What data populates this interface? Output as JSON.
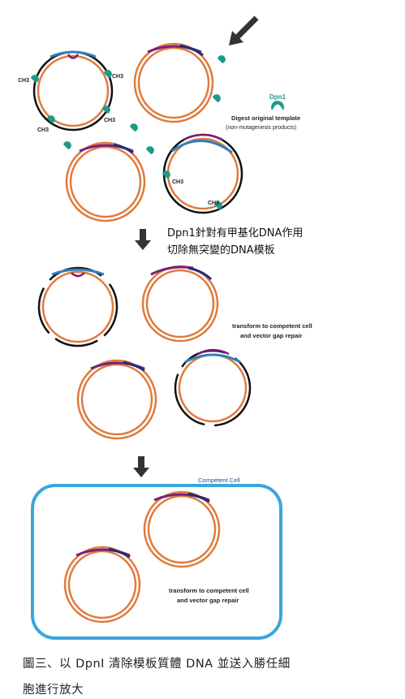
{
  "labels": {
    "ch3": "CH3",
    "dpn1": "Dpn1",
    "digest_line1": "Digest original template",
    "digest_line2": "(non-mutagenesis products)",
    "step1_zh_line1": "Dpn1針對有甲基化DNA作用",
    "step1_zh_line2": "切除無突變的DNA模板",
    "transform_line1": "transform to competent cell",
    "transform_line2": "and vector gap repair",
    "competent_cell": "Competent Cell"
  },
  "caption": {
    "line1": "圖三、以 DpnI 清除模板質體 DNA 並送入勝任細",
    "line2": "胞進行放大"
  },
  "colors": {
    "orange_strand": "#e07a3c",
    "black_strand": "#111111",
    "blue_segment": "#2f7fc0",
    "purple_segment": "#7a1f7a",
    "navy_segment": "#1c2f7a",
    "enzyme_teal": "#1f9a8a",
    "cell_border": "#3aa6dc",
    "arrow": "#333333"
  },
  "icons": [
    "dpn1-enzyme-icon",
    "down-arrow-icon",
    "diagonal-arrow-icon"
  ]
}
